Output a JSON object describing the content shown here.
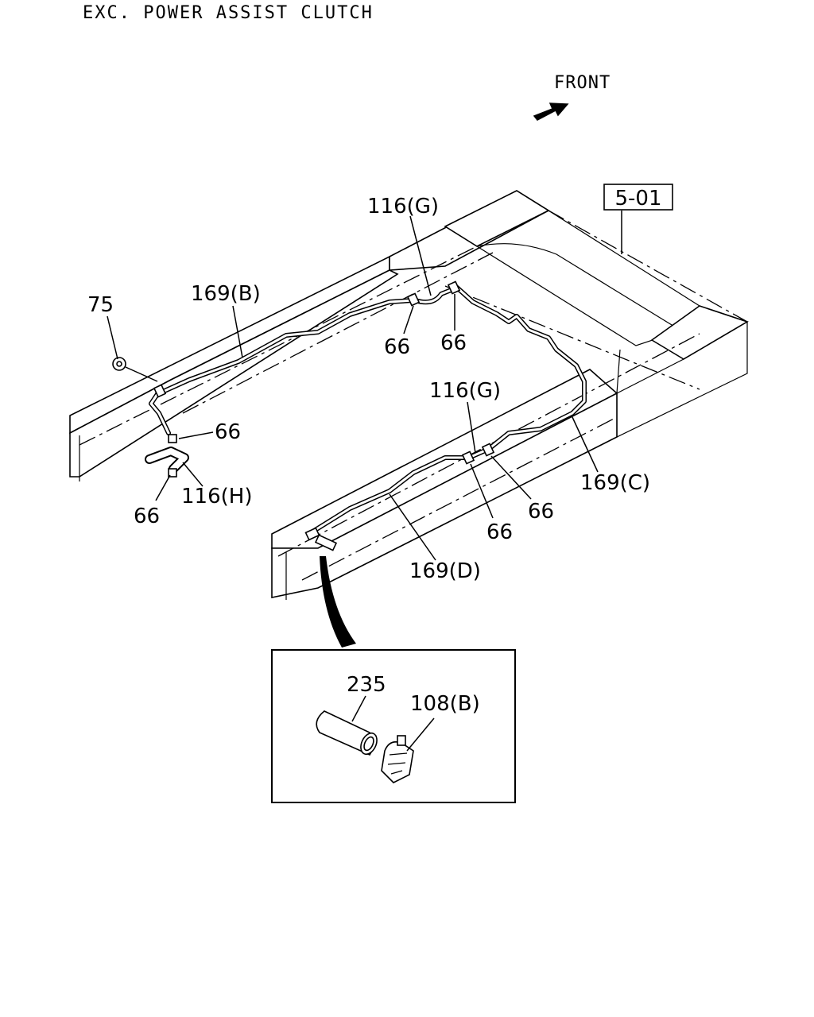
{
  "heading": "EXC. POWER ASSIST CLUTCH",
  "front_label": "FRONT",
  "callouts": {
    "ref_box": "5-01",
    "c116g_top": "116(G)",
    "c169b": "169(B)",
    "c75": "75",
    "c66_a": "66",
    "c66_b": "66",
    "c66_c": "66",
    "c66_d": "66",
    "c116h": "116(H)",
    "c116g_mid": "116(G)",
    "c169c": "169(C)",
    "c66_e": "66",
    "c66_f": "66",
    "c169d": "169(D)",
    "c235": "235",
    "c108b": "108(B)"
  },
  "icons": [
    "front-arrow-icon",
    "detail-pointer-arrow-icon"
  ]
}
